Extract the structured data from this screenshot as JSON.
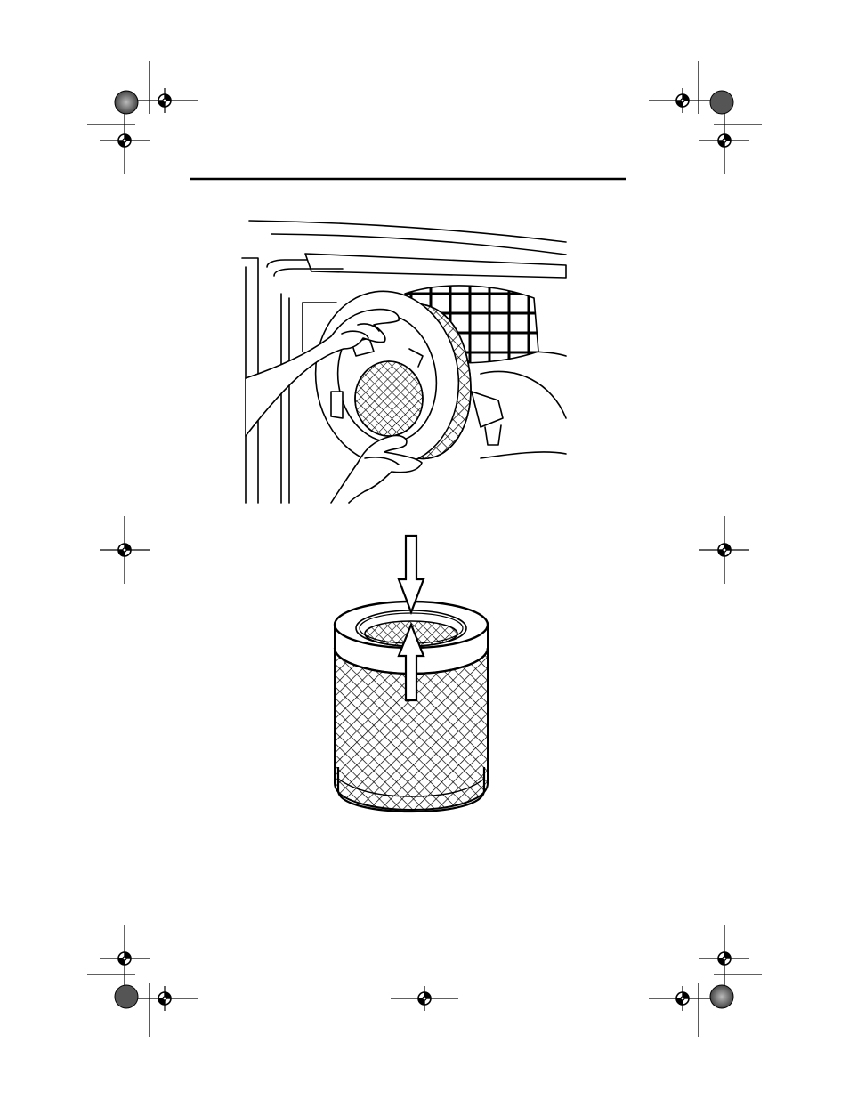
{
  "page": {
    "background": "#ffffff",
    "ink": "#000000"
  },
  "marks": {
    "registration_icon": "crosshair-circle-icon",
    "color_bar_icon": "starburst-target-icon"
  },
  "figures": [
    {
      "id": "figure-1",
      "icon": "hands-removing-filter-illustration"
    },
    {
      "id": "figure-2",
      "icon": "cylindrical-filter-illustration"
    }
  ]
}
